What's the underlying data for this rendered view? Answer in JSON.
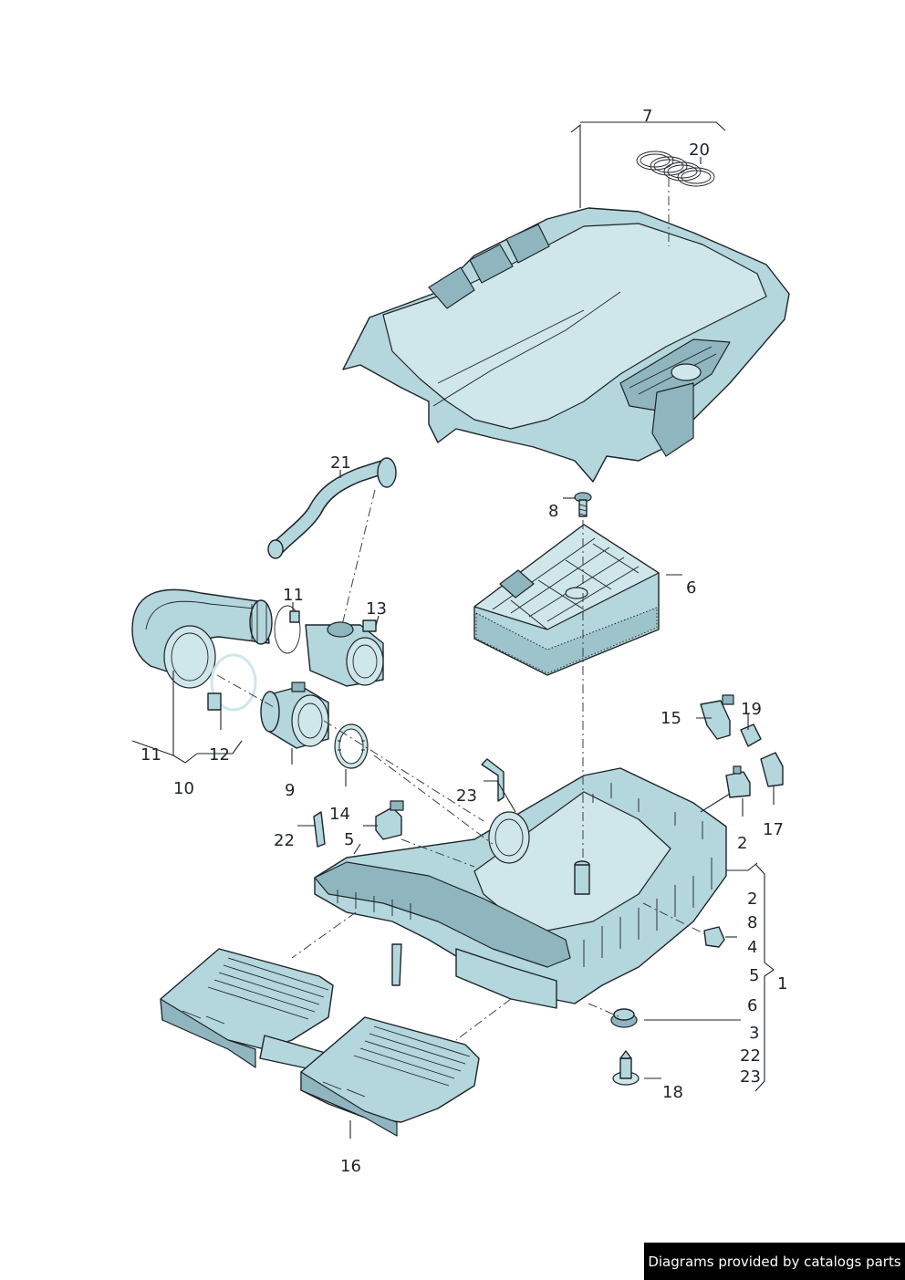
{
  "callouts": {
    "c7": "7",
    "c20": "20",
    "c21": "21",
    "c8": "8",
    "c6": "6",
    "c11a": "11",
    "c13": "13",
    "c11b": "11",
    "c12": "12",
    "c10": "10",
    "c9": "9",
    "c15": "15",
    "c19": "19",
    "c23a": "23",
    "c14": "14",
    "c5": "5",
    "c22": "22",
    "c2a": "2",
    "c17": "17",
    "c16": "16",
    "c18": "18"
  },
  "assembly_group": {
    "label": "1",
    "items": [
      "2",
      "8",
      "4",
      "5",
      "6",
      "3",
      "22",
      "23"
    ]
  },
  "footer_text": "Diagrams provided by catalogs parts",
  "colors": {
    "part_fill": "#b4d6dd",
    "line": "#1e2428",
    "footer_bg": "#000000"
  }
}
